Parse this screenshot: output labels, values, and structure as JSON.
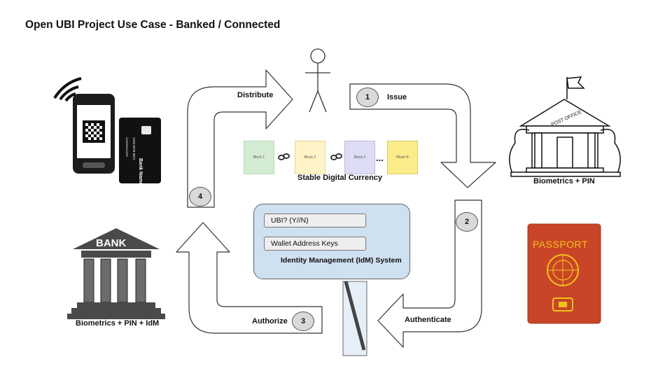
{
  "title": "Open UBI Project Use Case -  Banked / Connected",
  "steps": [
    {
      "number": "1",
      "label": "Issue"
    },
    {
      "number": "2",
      "label": "Authenticate"
    },
    {
      "number": "3",
      "label": "Authorize"
    },
    {
      "number": "4",
      "label": "Distribute"
    }
  ],
  "chain": {
    "blocks": [
      {
        "label": "Block 1",
        "color": "#d5ecd4"
      },
      {
        "label": "Block 2",
        "color": "#fff4c7"
      },
      {
        "label": "Block 3",
        "color": "#dcdcf5"
      },
      {
        "label": "Block N",
        "color": "#fbec8a"
      }
    ],
    "ellipsis": "...",
    "caption": "Stable Digital Currency"
  },
  "idm": {
    "field_1": "UBI? (Y//N)",
    "field_2": "Wallet Address Keys",
    "title": "Identity Management (IdM) System"
  },
  "post_office": {
    "sign": "POST OFFICE",
    "caption": "Biometrics + PIN"
  },
  "bank": {
    "sign": "BANK",
    "caption": "Biometrics + PIN + IdM"
  },
  "card": {
    "bank_name": "Bank Name",
    "holder": "CARDHOLDER",
    "number": "1234 5678 9012"
  },
  "passport": {
    "label": "PASSPORT",
    "color": "#c94527"
  }
}
